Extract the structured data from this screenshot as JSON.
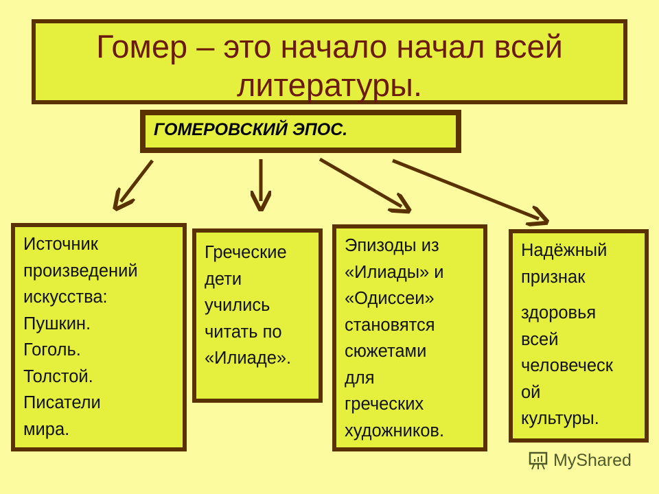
{
  "title": {
    "line1": "Гомер – это начало начал всей",
    "line2": "литературы."
  },
  "subtitle": "ГОМЕРОВСКИЙ ЭПОС.",
  "cards": [
    {
      "lines": [
        "Источник",
        "произведений",
        "искусства:",
        "Пушкин.",
        "Гоголь.",
        "Толстой.",
        "Писатели",
        "мира."
      ]
    },
    {
      "lines": [
        "Греческие",
        "дети",
        "учились",
        "читать по",
        "«Илиаде»."
      ]
    },
    {
      "lines": [
        "Эпизоды из",
        "«Илиады» и",
        "«Одиссеи»",
        "становятся",
        "сюжетами",
        "для",
        "греческих",
        "художников."
      ]
    },
    {
      "lines": [
        "Надёжный",
        "признак",
        "здоровья",
        "всей",
        "человеческ",
        "ой",
        "культуры."
      ]
    }
  ],
  "watermark": "MyShared",
  "colors": {
    "background": "#fdfb9f",
    "box": "#e5ef3e",
    "border": "#5a3100",
    "title_text": "#6a1b0c"
  }
}
